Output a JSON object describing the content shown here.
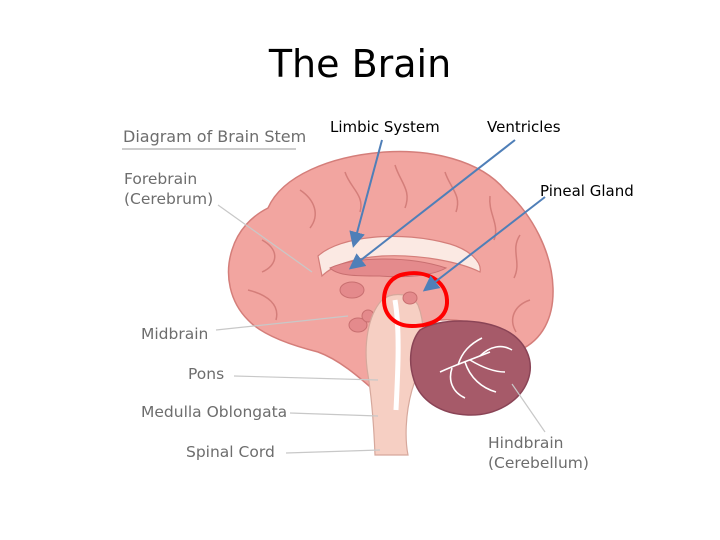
{
  "slide": {
    "title": "The Brain"
  },
  "callouts": {
    "limbic": "Limbic System",
    "ventricles": "Ventricles",
    "pineal": "Pineal Gland"
  },
  "diagram": {
    "heading": "Diagram of Brain Stem",
    "forebrain_line1": "Forebrain",
    "forebrain_line2": "(Cerebrum)",
    "midbrain": "Midbrain",
    "pons": "Pons",
    "medulla": "Medulla Oblongata",
    "spinal_cord": "Spinal Cord",
    "hindbrain_line1": "Hindbrain",
    "hindbrain_line2": "(Cerebellum)"
  },
  "colors": {
    "cerebrum": "#f2a5a0",
    "brainstem": "#f6cfc3",
    "cerebellum": "#a65a69",
    "highlight_circle": "#ff0000",
    "arrow": "#4f7fb8",
    "leader_line": "#c8c8c8"
  }
}
